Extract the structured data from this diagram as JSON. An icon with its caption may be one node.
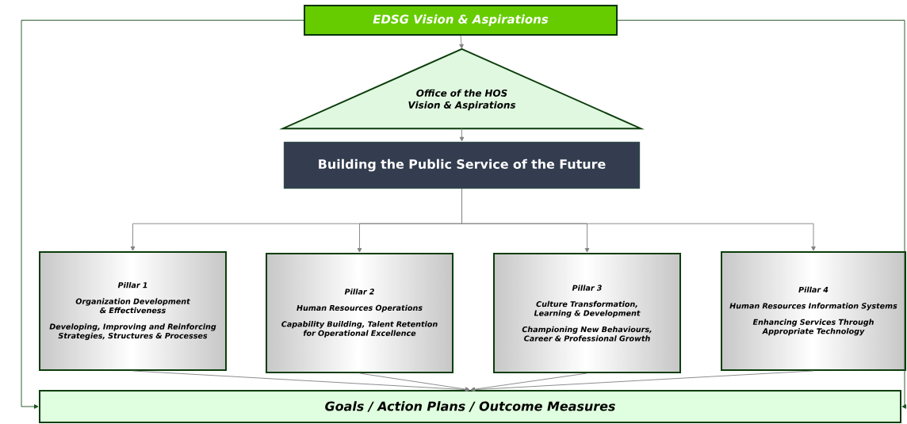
{
  "diagram": {
    "nodes": [
      {
        "text": [
          "EDSG Vision & Aspirations"
        ]
      },
      {
        "text": [
          "Office of the HOS Vision & Aspirations"
        ]
      },
      {
        "text": [
          "Building the Public Service of the Future"
        ]
      },
      {
        "text": [
          "Pillar 1",
          "Organization Development & Effectiveness",
          "Developing, Improving and Reinforcing Strategies, Structures & Processes"
        ]
      },
      {
        "text": [
          "Pillar 2",
          "Human Resources Operations",
          "Capability Building, Talent Retention for Operational Excellence"
        ]
      },
      {
        "text": [
          "Pillar 3",
          "Culture Transformation, Learning & Development",
          "Championing New Behaviours, Career & Professional Growth"
        ]
      },
      {
        "text": [
          "Pillar 4",
          "Human Resources Information Systems",
          "Enhancing Services Through Appropriate Technology"
        ]
      },
      {
        "text": [
          "Goals / Action Plans / Outcome Measures"
        ]
      }
    ],
    "edges": [
      {
        "from": 0,
        "to": 1,
        "arrow": "to"
      },
      {
        "from": 1,
        "to": 2,
        "arrow": "to"
      },
      {
        "from": 2,
        "to": 3,
        "arrow": "to"
      },
      {
        "from": 2,
        "to": 4,
        "arrow": "to"
      },
      {
        "from": 2,
        "to": 5,
        "arrow": "to"
      },
      {
        "from": 2,
        "to": 6,
        "arrow": "to"
      },
      {
        "from": 3,
        "to": 7,
        "arrow": "to"
      },
      {
        "from": 4,
        "to": 7,
        "arrow": "to"
      },
      {
        "from": 5,
        "to": 7,
        "arrow": "to"
      },
      {
        "from": 6,
        "to": 7,
        "arrow": "to"
      },
      {
        "from": 0,
        "to": 7,
        "arrow": "to",
        "color": "#1a4d1a"
      },
      {
        "from": 0,
        "to": 7,
        "arrow": "to",
        "color": "#1a4d1a"
      }
    ]
  }
}
